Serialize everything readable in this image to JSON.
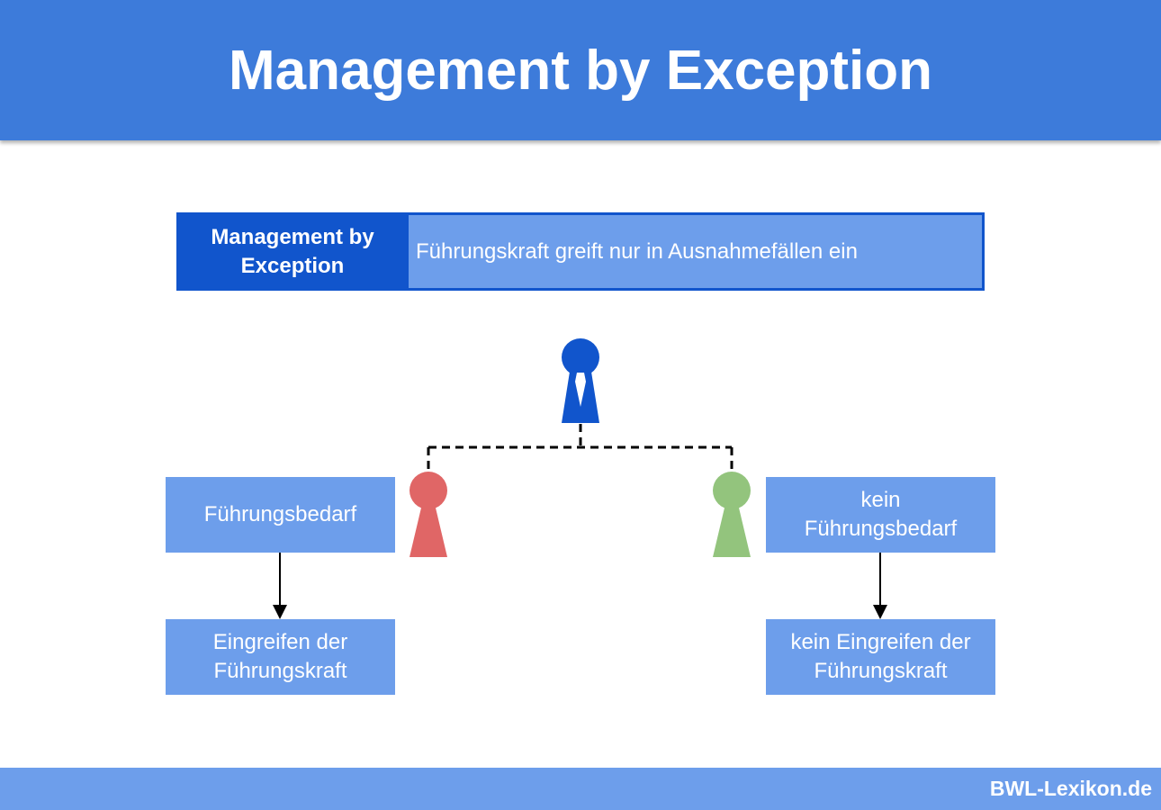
{
  "header": {
    "title": "Management by Exception"
  },
  "definition": {
    "term": "Management by Exception",
    "description": "Führungskraft greift nur in Ausnahmefällen ein"
  },
  "left": {
    "top": "Führungsbedarf",
    "bottom": "Eingreifen der Führungskraft"
  },
  "right": {
    "top": "kein Führungsbedarf",
    "bottom": "kein Eingreifen der Führungskraft"
  },
  "colors": {
    "manager": "#1155cc",
    "left_person": "#e06666",
    "right_person": "#93c47d",
    "box": "#6d9eeb"
  },
  "footer": {
    "brand": "BWL-Lexikon.de"
  }
}
